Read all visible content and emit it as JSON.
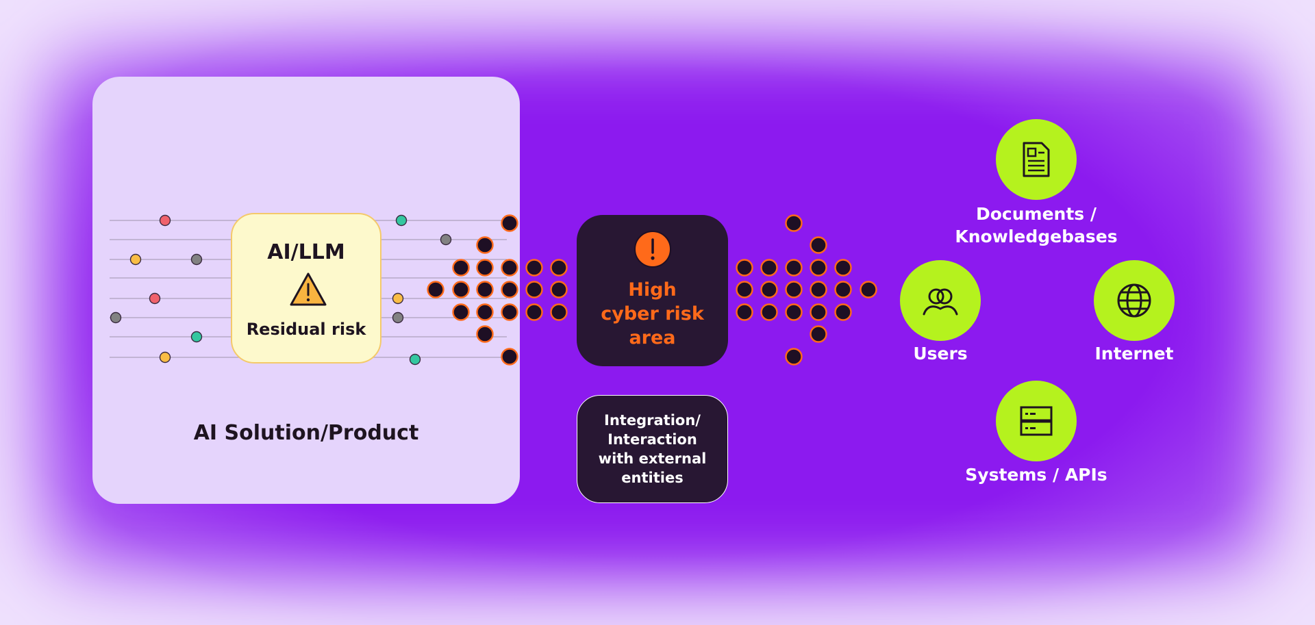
{
  "product": {
    "label": "AI Solution/Product",
    "panel_color": "#e5d4fc"
  },
  "llm": {
    "title": "AI/LLM",
    "subtitle": "Residual risk",
    "warning_icon": "warning-triangle-icon",
    "fill_color": "#fdf9cc",
    "warning_color": "#f8b440"
  },
  "risk_area": {
    "lines": [
      "High",
      "cyber risk",
      "area"
    ],
    "icon": "alert-circle-icon",
    "text_color": "#ff6a1a"
  },
  "integration": {
    "lines": [
      "Integration/",
      "Interaction",
      "with external",
      "entities"
    ]
  },
  "entities": [
    {
      "id": "documents",
      "label_lines": [
        "Documents /",
        "Knowledgebases"
      ],
      "icon": "document-icon"
    },
    {
      "id": "users",
      "label_lines": [
        "Users"
      ],
      "icon": "users-icon"
    },
    {
      "id": "internet",
      "label_lines": [
        "Internet"
      ],
      "icon": "globe-icon"
    },
    {
      "id": "systems",
      "label_lines": [
        "Systems / APIs"
      ],
      "icon": "server-icon"
    }
  ],
  "colors": {
    "background": "#8f1ff0",
    "node_fill": "#1e0f24",
    "node_stroke": "#ff6a1a",
    "entity_fill": "#b5f21e",
    "dot_red": "#f0626c",
    "dot_green": "#34c7a0",
    "dot_yellow": "#f9bd45",
    "dot_gray": "#828282"
  }
}
